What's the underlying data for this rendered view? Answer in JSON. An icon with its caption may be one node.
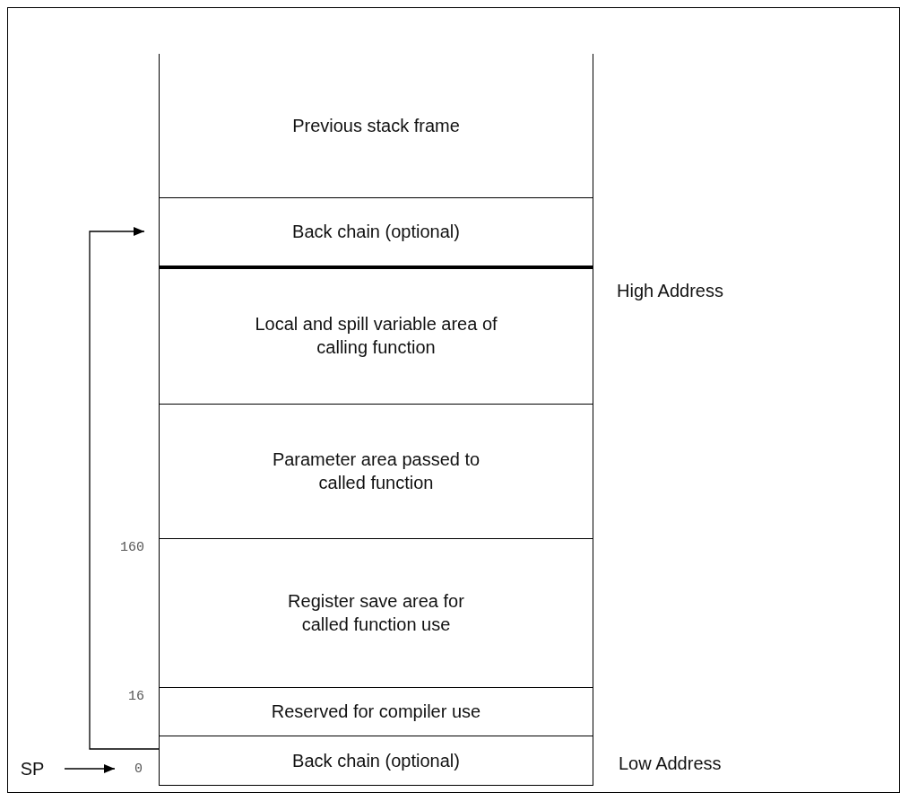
{
  "diagram": {
    "nodes": [
      {
        "text": [
          "Previous stack frame"
        ]
      },
      {
        "text": [
          "Back chain (optional)"
        ]
      },
      {
        "text": [
          "Local and spill variable area of calling function"
        ]
      },
      {
        "text": [
          "Parameter area passed to called function"
        ]
      },
      {
        "text": [
          "Register save area for called function use"
        ]
      },
      {
        "text": [
          "Reserved for compiler use"
        ]
      },
      {
        "text": [
          "Back chain (optional)"
        ]
      },
      {
        "text": [
          "SP"
        ]
      }
    ],
    "edges": [
      {
        "from": 6,
        "to": 1,
        "arrow": "to"
      },
      {
        "from": 7,
        "to": null,
        "arrow": "to"
      }
    ],
    "labels": [
      "High Address",
      "160",
      "16",
      "Low Address",
      "0"
    ]
  }
}
